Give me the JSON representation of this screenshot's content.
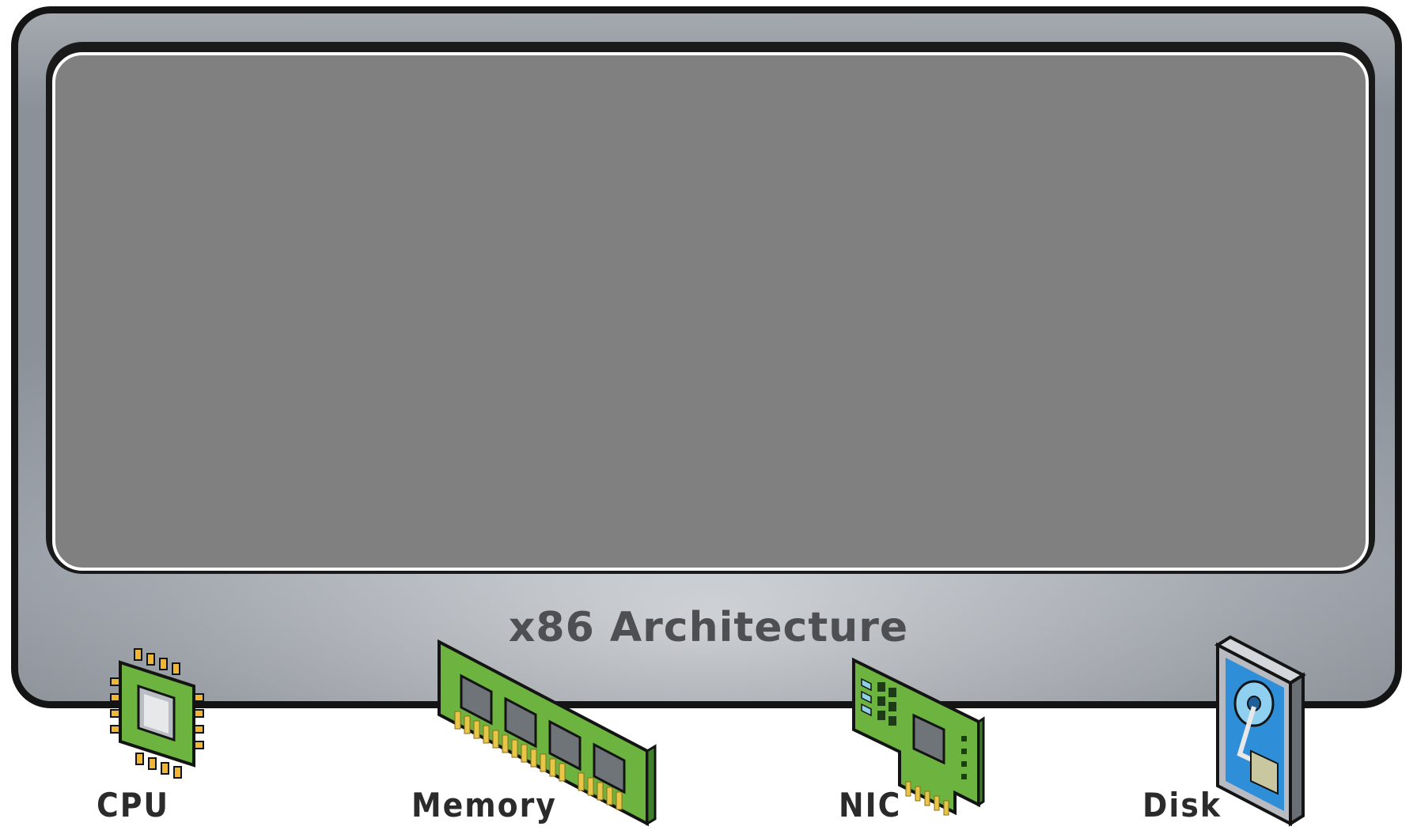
{
  "diagram": {
    "title": "x86 Architecture",
    "components": [
      {
        "id": "cpu",
        "label": "CPU",
        "icon": "cpu-chip-icon"
      },
      {
        "id": "memory",
        "label": "Memory",
        "icon": "memory-module-icon"
      },
      {
        "id": "nic",
        "label": "NIC",
        "icon": "network-card-icon"
      },
      {
        "id": "disk",
        "label": "Disk",
        "icon": "hard-disk-icon"
      }
    ]
  },
  "colors": {
    "frame": "#a7acb3",
    "screen": "#808080",
    "outline": "#141414",
    "board_green": "#6db33f",
    "cpu_pins": "#f2b632",
    "disk_blue": "#2f8ed8"
  }
}
